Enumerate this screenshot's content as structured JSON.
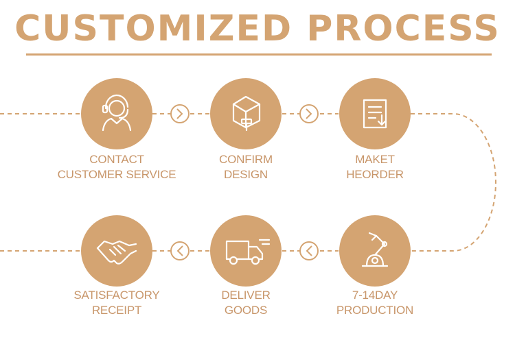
{
  "title": "CUSTOMIZED PROCESS",
  "colors": {
    "accent": "#d4a472",
    "text": "#c8966a",
    "icon": "#ffffff"
  },
  "steps": [
    {
      "icon": "headset-icon",
      "line1": "CONTACT",
      "line2": "CUSTOMER SERVICE"
    },
    {
      "icon": "paint-box-icon",
      "line1": "CONFIRM",
      "line2": "DESIGN"
    },
    {
      "icon": "document-download-icon",
      "line1": "MAKET",
      "line2": "HEORDER"
    },
    {
      "icon": "robot-arm-icon",
      "line1": "7-14DAY",
      "line2": "PRODUCTION"
    },
    {
      "icon": "delivery-truck-icon",
      "line1": "DELIVER",
      "line2": "GOODS"
    },
    {
      "icon": "handshake-icon",
      "line1": "SATISFACTORY",
      "line2": "RECEIPT"
    }
  ]
}
